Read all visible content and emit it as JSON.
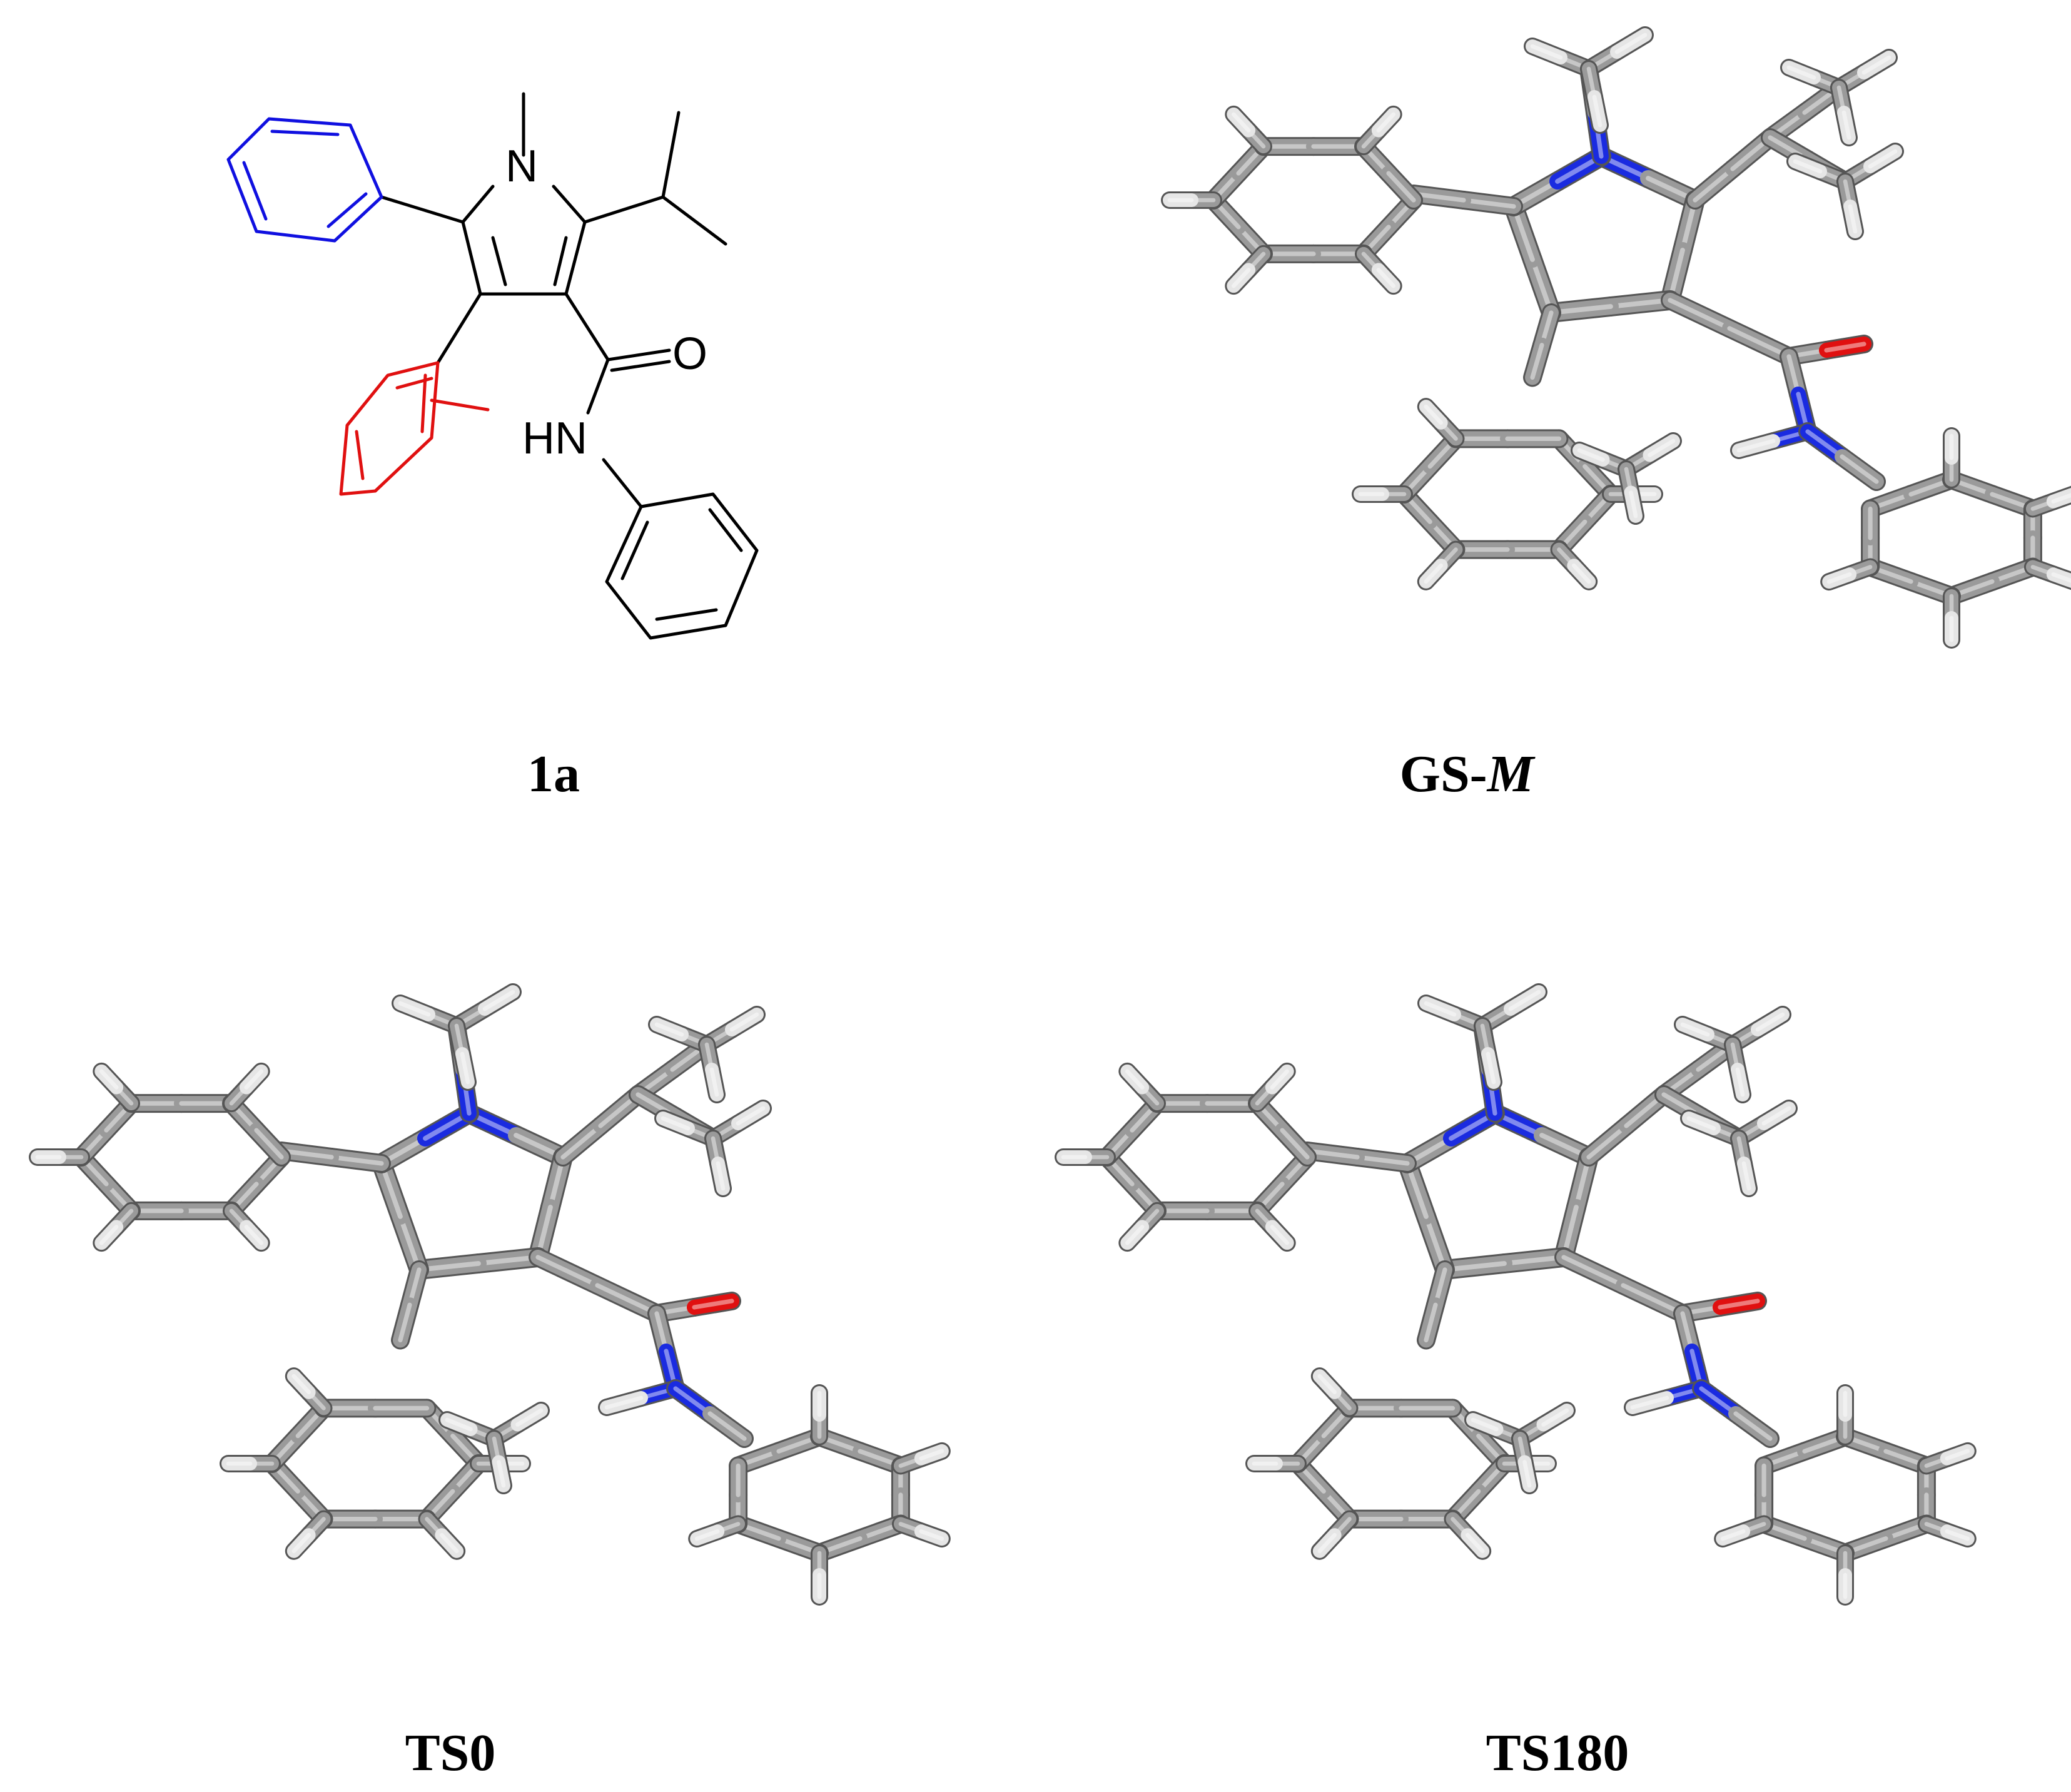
{
  "panels": [
    {
      "id": "p1",
      "caption_main": "1a",
      "caption_italic": ""
    },
    {
      "id": "p2",
      "caption_main": "GS-",
      "caption_italic": "M"
    },
    {
      "id": "p3",
      "caption_main": "TS0",
      "caption_italic": ""
    },
    {
      "id": "p4",
      "caption_main": "TS180",
      "caption_italic": ""
    }
  ],
  "structure_1a": {
    "labels": {
      "ring_n": "N",
      "amide_o": "O",
      "amide_nh": "HN"
    },
    "colors": {
      "phenyl": "#1010e0",
      "tolyl": "#e01010",
      "bonds": "#000000"
    }
  },
  "model_colors": {
    "carbon": "#9a9a9a",
    "hydrogen": "#e6e6e6",
    "nitrogen": "#1a2be0",
    "oxygen": "#e01010"
  }
}
